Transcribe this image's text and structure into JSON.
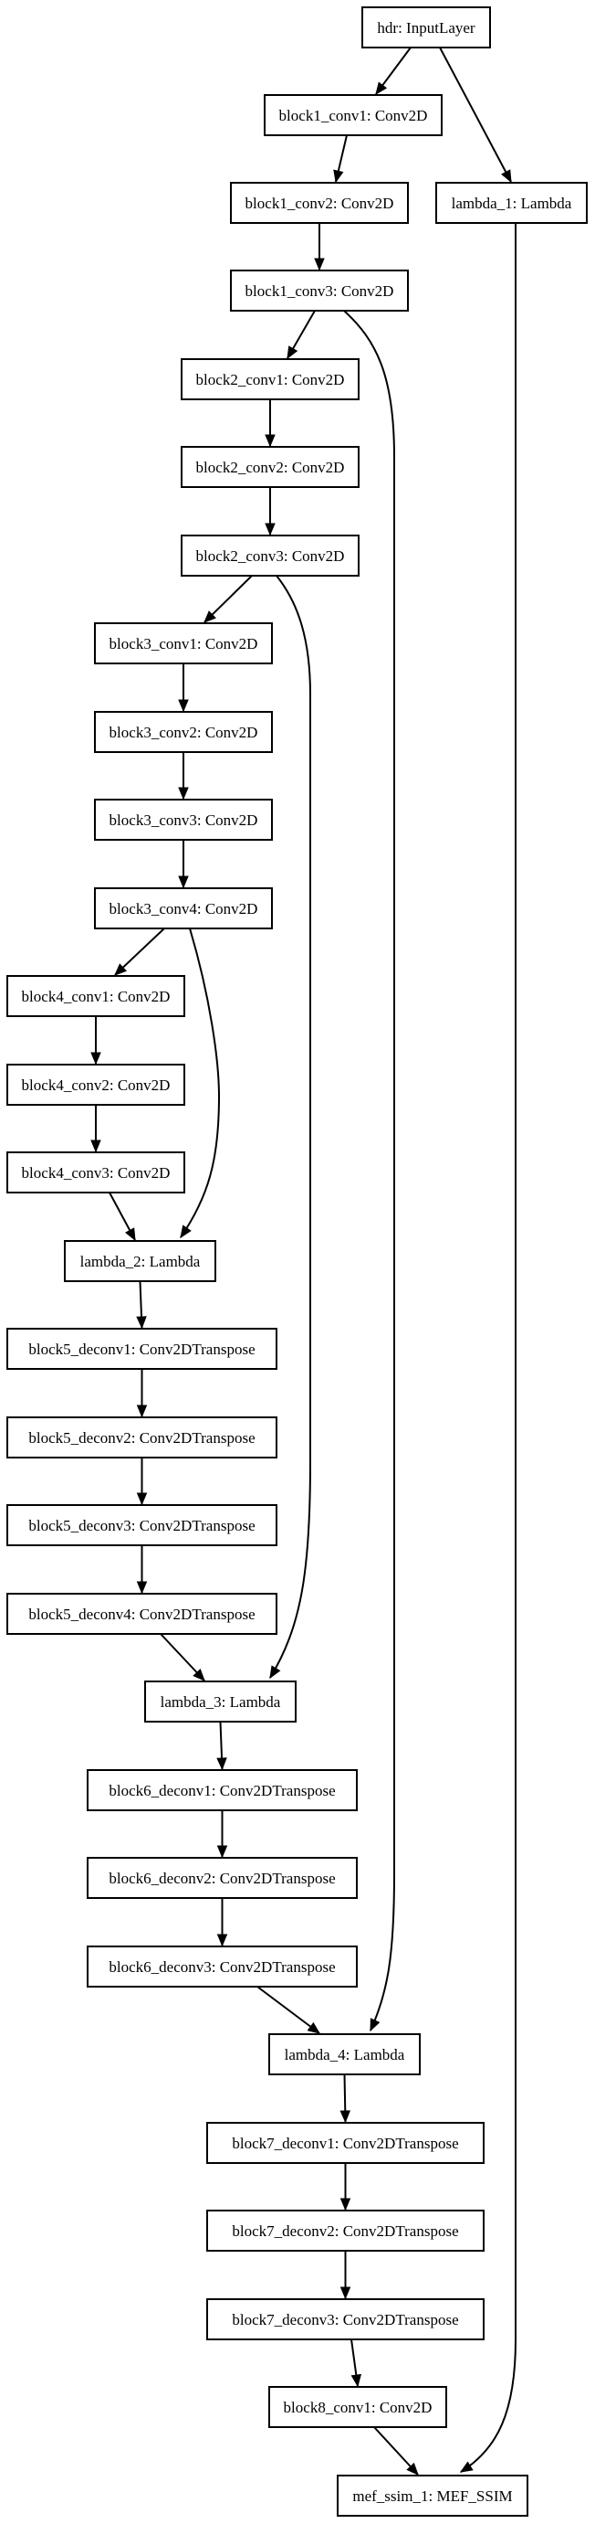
{
  "graph": {
    "nodes": [
      {
        "id": "hdr",
        "label": "hdr: InputLayer"
      },
      {
        "id": "block1_conv1",
        "label": "block1_conv1: Conv2D"
      },
      {
        "id": "lambda_1",
        "label": "lambda_1: Lambda"
      },
      {
        "id": "block1_conv2",
        "label": "block1_conv2: Conv2D"
      },
      {
        "id": "block1_conv3",
        "label": "block1_conv3: Conv2D"
      },
      {
        "id": "block2_conv1",
        "label": "block2_conv1: Conv2D"
      },
      {
        "id": "block2_conv2",
        "label": "block2_conv2: Conv2D"
      },
      {
        "id": "block2_conv3",
        "label": "block2_conv3: Conv2D"
      },
      {
        "id": "block3_conv1",
        "label": "block3_conv1: Conv2D"
      },
      {
        "id": "block3_conv2",
        "label": "block3_conv2: Conv2D"
      },
      {
        "id": "block3_conv3",
        "label": "block3_conv3: Conv2D"
      },
      {
        "id": "block3_conv4",
        "label": "block3_conv4: Conv2D"
      },
      {
        "id": "block4_conv1",
        "label": "block4_conv1: Conv2D"
      },
      {
        "id": "block4_conv2",
        "label": "block4_conv2: Conv2D"
      },
      {
        "id": "block4_conv3",
        "label": "block4_conv3: Conv2D"
      },
      {
        "id": "lambda_2",
        "label": "lambda_2: Lambda"
      },
      {
        "id": "block5_deconv1",
        "label": "block5_deconv1: Conv2DTranspose"
      },
      {
        "id": "block5_deconv2",
        "label": "block5_deconv2: Conv2DTranspose"
      },
      {
        "id": "block5_deconv3",
        "label": "block5_deconv3: Conv2DTranspose"
      },
      {
        "id": "block5_deconv4",
        "label": "block5_deconv4: Conv2DTranspose"
      },
      {
        "id": "lambda_3",
        "label": "lambda_3: Lambda"
      },
      {
        "id": "block6_deconv1",
        "label": "block6_deconv1: Conv2DTranspose"
      },
      {
        "id": "block6_deconv2",
        "label": "block6_deconv2: Conv2DTranspose"
      },
      {
        "id": "block6_deconv3",
        "label": "block6_deconv3: Conv2DTranspose"
      },
      {
        "id": "lambda_4",
        "label": "lambda_4: Lambda"
      },
      {
        "id": "block7_deconv1",
        "label": "block7_deconv1: Conv2DTranspose"
      },
      {
        "id": "block7_deconv2",
        "label": "block7_deconv2: Conv2DTranspose"
      },
      {
        "id": "block7_deconv3",
        "label": "block7_deconv3: Conv2DTranspose"
      },
      {
        "id": "block8_conv1",
        "label": "block8_conv1: Conv2D"
      },
      {
        "id": "mef_ssim_1",
        "label": "mef_ssim_1: MEF_SSIM"
      }
    ],
    "edges": [
      {
        "from": "hdr",
        "to": "block1_conv1"
      },
      {
        "from": "hdr",
        "to": "lambda_1"
      },
      {
        "from": "block1_conv1",
        "to": "block1_conv2"
      },
      {
        "from": "block1_conv2",
        "to": "block1_conv3"
      },
      {
        "from": "block1_conv3",
        "to": "block2_conv1"
      },
      {
        "from": "block1_conv3",
        "to": "lambda_4"
      },
      {
        "from": "block2_conv1",
        "to": "block2_conv2"
      },
      {
        "from": "block2_conv2",
        "to": "block2_conv3"
      },
      {
        "from": "block2_conv3",
        "to": "block3_conv1"
      },
      {
        "from": "block2_conv3",
        "to": "lambda_3"
      },
      {
        "from": "block3_conv1",
        "to": "block3_conv2"
      },
      {
        "from": "block3_conv2",
        "to": "block3_conv3"
      },
      {
        "from": "block3_conv3",
        "to": "block3_conv4"
      },
      {
        "from": "block3_conv4",
        "to": "block4_conv1"
      },
      {
        "from": "block3_conv4",
        "to": "lambda_2"
      },
      {
        "from": "block4_conv1",
        "to": "block4_conv2"
      },
      {
        "from": "block4_conv2",
        "to": "block4_conv3"
      },
      {
        "from": "block4_conv3",
        "to": "lambda_2"
      },
      {
        "from": "lambda_2",
        "to": "block5_deconv1"
      },
      {
        "from": "block5_deconv1",
        "to": "block5_deconv2"
      },
      {
        "from": "block5_deconv2",
        "to": "block5_deconv3"
      },
      {
        "from": "block5_deconv3",
        "to": "block5_deconv4"
      },
      {
        "from": "block5_deconv4",
        "to": "lambda_3"
      },
      {
        "from": "lambda_3",
        "to": "block6_deconv1"
      },
      {
        "from": "block6_deconv1",
        "to": "block6_deconv2"
      },
      {
        "from": "block6_deconv2",
        "to": "block6_deconv3"
      },
      {
        "from": "block6_deconv3",
        "to": "lambda_4"
      },
      {
        "from": "lambda_4",
        "to": "block7_deconv1"
      },
      {
        "from": "block7_deconv1",
        "to": "block7_deconv2"
      },
      {
        "from": "block7_deconv2",
        "to": "block7_deconv3"
      },
      {
        "from": "block7_deconv3",
        "to": "block8_conv1"
      },
      {
        "from": "block8_conv1",
        "to": "mef_ssim_1"
      },
      {
        "from": "lambda_1",
        "to": "mef_ssim_1"
      }
    ]
  }
}
